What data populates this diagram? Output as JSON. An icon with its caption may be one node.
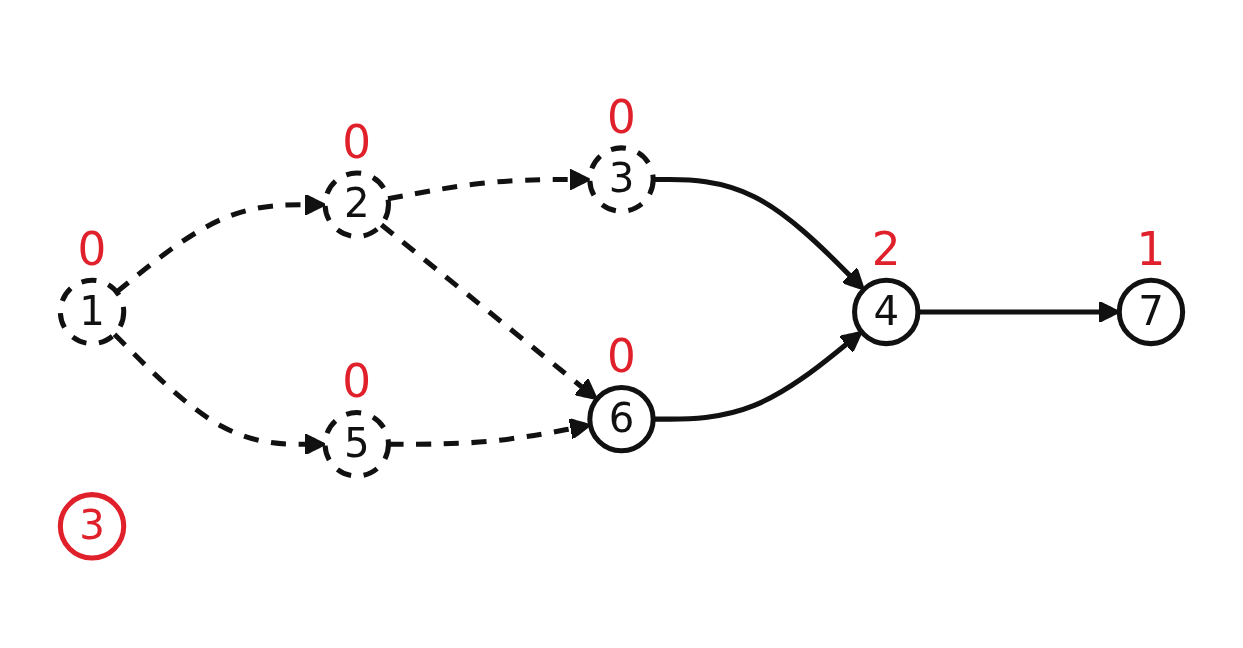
{
  "diagram": {
    "nodes": [
      {
        "text": [
          "1"
        ],
        "beside": [
          "0"
        ]
      },
      {
        "text": [
          "2"
        ],
        "beside": [
          "0"
        ]
      },
      {
        "text": [
          "3"
        ],
        "beside": [
          "0"
        ]
      },
      {
        "text": [
          "4"
        ],
        "beside": [
          "2"
        ]
      },
      {
        "text": [
          "5"
        ],
        "beside": [
          "0"
        ]
      },
      {
        "text": [
          "6"
        ],
        "beside": [
          "0"
        ]
      },
      {
        "text": [
          "7"
        ],
        "beside": [
          "1"
        ]
      },
      {
        "text": [
          "3"
        ]
      }
    ],
    "edges": [
      {
        "from": 0,
        "to": 1,
        "arrow": "to",
        "style": "dashed"
      },
      {
        "from": 0,
        "to": 4,
        "arrow": "to",
        "style": "dashed"
      },
      {
        "from": 1,
        "to": 2,
        "arrow": "to",
        "style": "dashed"
      },
      {
        "from": 1,
        "to": 5,
        "arrow": "to",
        "style": "dashed"
      },
      {
        "from": 2,
        "to": 3,
        "arrow": "to"
      },
      {
        "from": 4,
        "to": 5,
        "arrow": "to",
        "style": "dashed"
      },
      {
        "from": 5,
        "to": 3,
        "arrow": "to"
      },
      {
        "from": 3,
        "to": 6,
        "arrow": "to"
      }
    ]
  }
}
